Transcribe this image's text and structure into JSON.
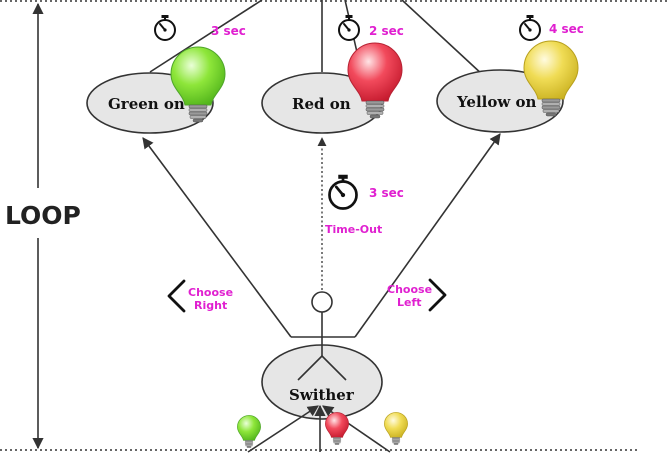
{
  "loop_label": "LOOP",
  "nodes": {
    "green": {
      "label": "Green on",
      "timer": "3 sec"
    },
    "red": {
      "label": "Red on",
      "timer": "2 sec"
    },
    "yellow": {
      "label": "Yellow on",
      "timer": "4 sec"
    },
    "switcher": {
      "label": "Swither"
    }
  },
  "timeout": {
    "timer": "3 sec",
    "label": "Time-Out"
  },
  "choices": {
    "right": [
      "Choose",
      "Right"
    ],
    "left": [
      "Choose",
      "Left"
    ]
  },
  "icons": [
    "stopwatch-icon",
    "lightbulb-icon",
    "chevron-left-icon",
    "chevron-right-icon"
  ],
  "colors": {
    "green_bulb": "#8ee63a",
    "red_bulb": "#f24a5c",
    "yellow_bulb": "#f0dc55",
    "accent_text": "#e020d0",
    "node_fill": "#e6e6e6"
  }
}
